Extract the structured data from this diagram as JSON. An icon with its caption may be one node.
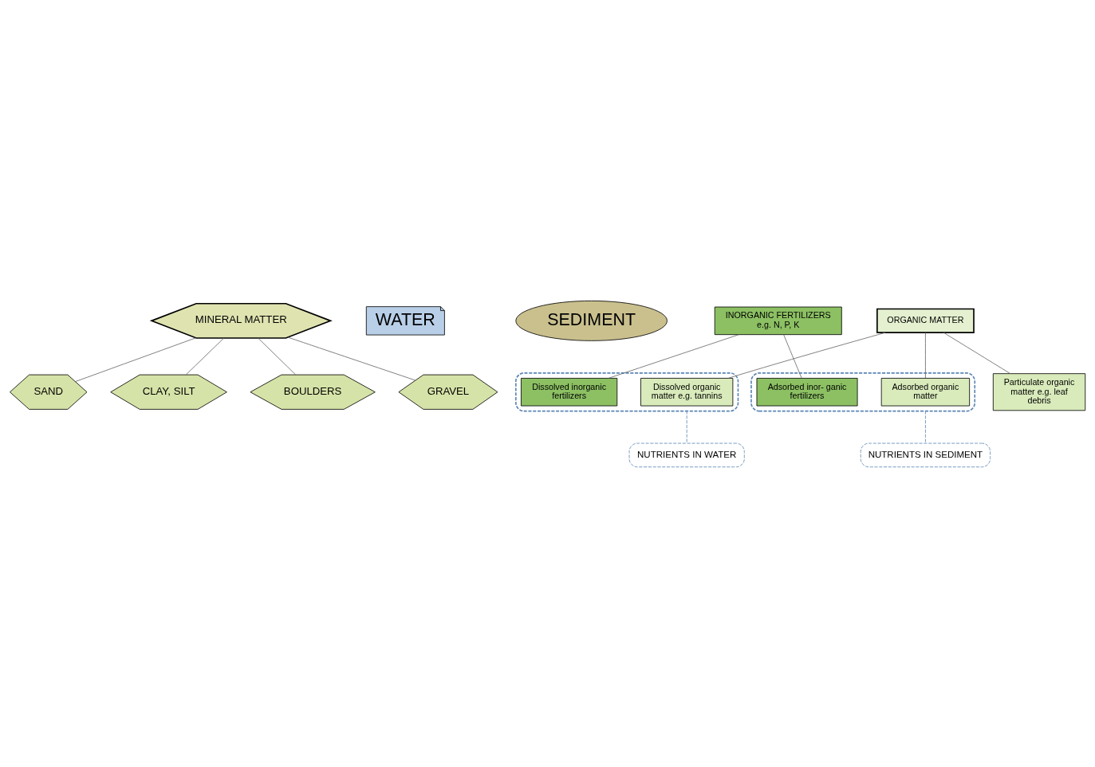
{
  "diagram": {
    "nodes": [
      {
        "text": [
          "MINERAL MATTER"
        ]
      },
      {
        "text": [
          "WATER"
        ]
      },
      {
        "text": [
          "SEDIMENT"
        ]
      },
      {
        "text": [
          "BOULDERS"
        ]
      },
      {
        "text": [
          "GRAVEL"
        ]
      },
      {
        "text": [
          "SAND"
        ]
      },
      {
        "text": [
          "CLAY, SILT"
        ]
      },
      {
        "text": [
          "NUTRIENTS IN SEDIMENT"
        ]
      },
      {
        "text": [],
        "shape": "ellipse"
      },
      {
        "text": [
          "Adsorbed inor- ganic fertilizers"
        ],
        "in": 8
      },
      {
        "text": [
          "Adsorbed organic matter"
        ],
        "in": 8
      },
      {
        "text": [
          "INORGANIC FERTILIZERS e.g. N, P, K"
        ]
      },
      {
        "text": [
          "Particulate organic matter e.g. leaf debris"
        ]
      },
      {
        "text": [
          "ORGANIC MATTER"
        ]
      },
      {
        "text": [],
        "shape": "ellipse"
      },
      {
        "text": [
          "Dissolved inorganic fertilizers"
        ],
        "in": 14
      },
      {
        "text": [
          "Dissolved organic matter e.g. tannins"
        ],
        "in": 14
      },
      {
        "text": [
          "NUTRIENTS IN WATER"
        ]
      }
    ],
    "edges": [
      {
        "from": 0,
        "to": 3,
        "arrow": "none"
      },
      {
        "from": 0,
        "to": 4,
        "arrow": "none"
      },
      {
        "from": 0,
        "to": 5,
        "arrow": "none"
      },
      {
        "from": 0,
        "to": 6,
        "arrow": "none"
      },
      {
        "from": 8,
        "to": 7,
        "arrow": "none",
        "style": "dashed",
        "color": "#5b86b5"
      },
      {
        "from": 11,
        "to": 9,
        "arrow": "none"
      },
      {
        "from": 11,
        "to": 15,
        "arrow": "none"
      },
      {
        "from": 13,
        "to": 10,
        "arrow": "none"
      },
      {
        "from": 13,
        "to": 12,
        "arrow": "none"
      },
      {
        "from": 13,
        "to": 16,
        "arrow": "none"
      },
      {
        "from": 14,
        "to": 17,
        "arrow": "none",
        "style": "dashed",
        "color": "#5b86b5"
      }
    ]
  }
}
